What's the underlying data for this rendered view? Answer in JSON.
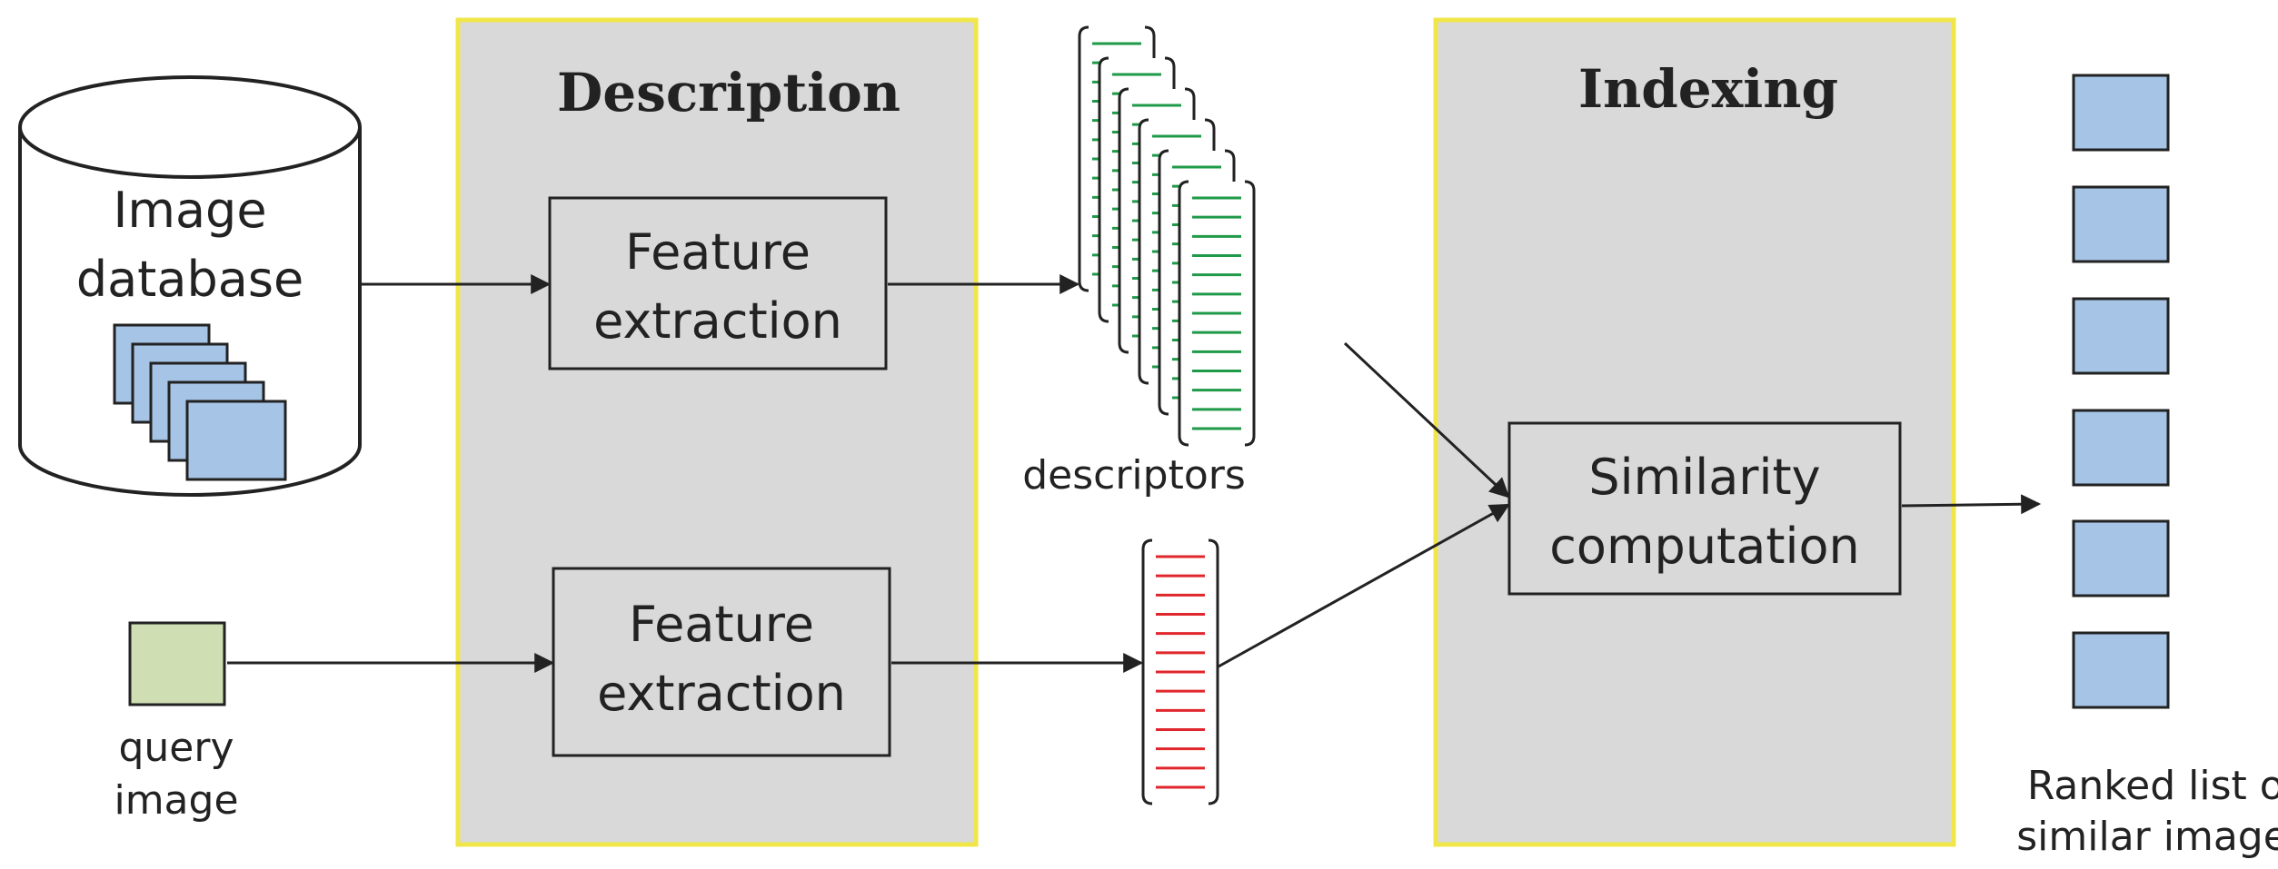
{
  "panels": {
    "description": {
      "title": "Description"
    },
    "indexing": {
      "title": "Indexing"
    }
  },
  "database": {
    "label_line1": "Image",
    "label_line2": "database"
  },
  "feature_extraction_top": {
    "line1": "Feature",
    "line2": "extraction"
  },
  "feature_extraction_bottom": {
    "line1": "Feature",
    "line2": "extraction"
  },
  "descriptors": {
    "label": "descriptors"
  },
  "query": {
    "line1": "query",
    "line2": "image"
  },
  "similarity": {
    "line1": "Similarity",
    "line2": "computation"
  },
  "ranked": {
    "line1": "Ranked list of",
    "line2": "similar images"
  },
  "colors": {
    "panel_fill": "#d9d9d9",
    "panel_border": "#f0e64a",
    "image_blue": "#a6c4e6",
    "query_green": "#d0dfb3",
    "descriptor_green": "#1f9a48",
    "query_descriptor_red": "#e0262c",
    "stroke": "#222222"
  },
  "icons": [
    "database-cylinder-icon",
    "image-stack-icon",
    "arrow-icon",
    "bracket-vector-icon"
  ]
}
